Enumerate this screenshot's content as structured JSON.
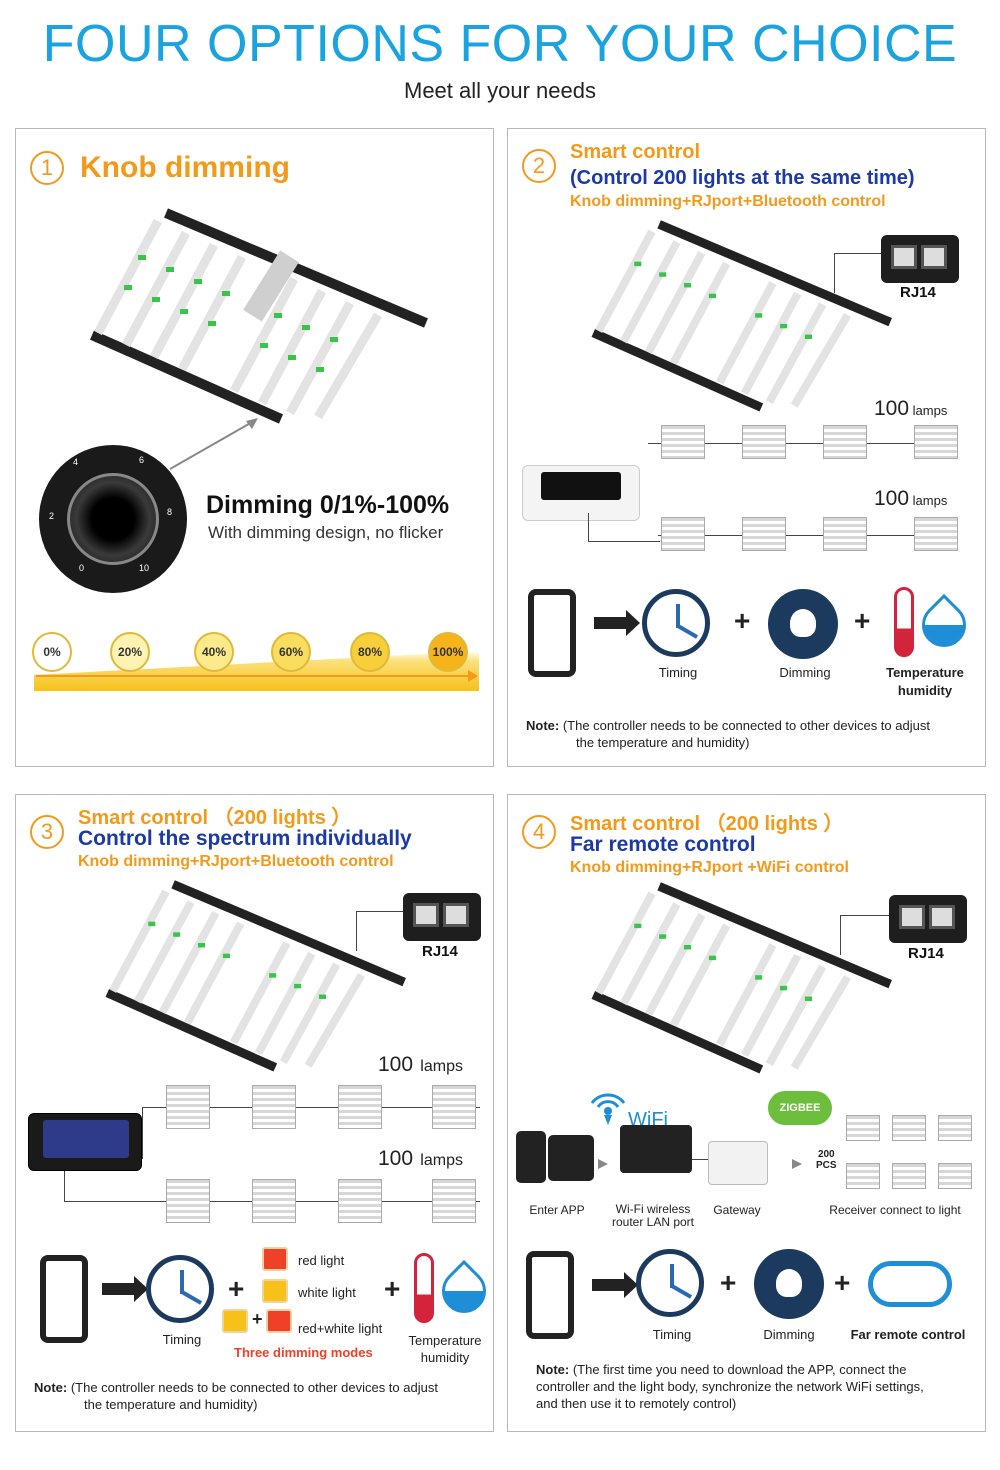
{
  "header": {
    "title": "FOUR OPTIONS FOR YOUR CHOICE",
    "subtitle": "Meet all your needs"
  },
  "panel1": {
    "number": "1",
    "heading": "Knob dimming",
    "dimming_title": "Dimming 0/1%-100%",
    "dimming_sub": "With dimming design, no flicker",
    "knob_marks": [
      "0",
      "2",
      "4",
      "6",
      "8",
      "10"
    ],
    "levels": [
      "0%",
      "20%",
      "40%",
      "60%",
      "80%",
      "100%"
    ]
  },
  "panel2": {
    "number": "2",
    "heading": "Smart control",
    "heading2": "(Control 200 lights at the same time)",
    "sub": "Knob dimming+RJport+Bluetooth control",
    "rj_label": "RJ14",
    "lamps_count_1": "100",
    "lamps_unit_1": "lamps",
    "lamps_count_2": "100",
    "lamps_unit_2": "lamps",
    "feature_timing": "Timing",
    "feature_dimming": "Dimming",
    "feature_temp": "Temperature",
    "feature_humidity": "humidity",
    "note_label": "Note:",
    "note_text": "(The controller needs to be connected to other devices to adjust",
    "note_text2": "the temperature and humidity)"
  },
  "panel3": {
    "number": "3",
    "heading": "Smart control （200 lights ）",
    "heading2": "Control the spectrum individually",
    "sub": "Knob dimming+RJport+Bluetooth control",
    "rj_label": "RJ14",
    "lamps_count_1": "100",
    "lamps_unit_1": "lamps",
    "lamps_count_2": "100",
    "lamps_unit_2": "lamps",
    "red_light": "red light",
    "white_light": "white light",
    "red_white_light": "red+white light",
    "modes_label": "Three dimming modes",
    "feature_timing": "Timing",
    "feature_temp": "Temperature",
    "feature_humidity": "humidity",
    "note_label": "Note:",
    "note_text": "(The controller needs to be connected to other devices to adjust",
    "note_text2": "the temperature and humidity)"
  },
  "panel4": {
    "number": "4",
    "heading": "Smart control （200 lights ）",
    "heading2": "Far remote control",
    "sub": "Knob dimming+RJport +WiFi control",
    "rj_label": "RJ14",
    "wifi_label": "WiFi",
    "zigbee_label": "ZIGBEE",
    "pcs_count": "200",
    "pcs_unit": "PCS",
    "enter_app": "Enter APP",
    "router_label_1": "Wi-Fi wireless",
    "router_label_2": "router LAN port",
    "gateway_label": "Gateway",
    "receiver_label": "Receiver connect to light",
    "feature_timing": "Timing",
    "feature_dimming": "Dimming",
    "feature_remote": "Far remote control",
    "note_label": "Note:",
    "note_text": "(The first time you need to download the APP, connect the",
    "note_text2": "controller and the light body, synchronize the network WiFi settings,",
    "note_text3": "and then use it to remotely control)"
  },
  "colors": {
    "title_blue": "#1ba3e0",
    "accent_orange": "#f39a1b",
    "dark_blue": "#1b3aa8",
    "dim_yellow": "#f6c21a"
  },
  "icons": [
    "knob-icon",
    "rj14-port-icon",
    "phone-icon",
    "clock-icon",
    "bulb-icon",
    "thermometer-icon",
    "water-drop-icon",
    "wifi-icon",
    "cloud-link-icon",
    "router-icon",
    "gateway-icon"
  ]
}
